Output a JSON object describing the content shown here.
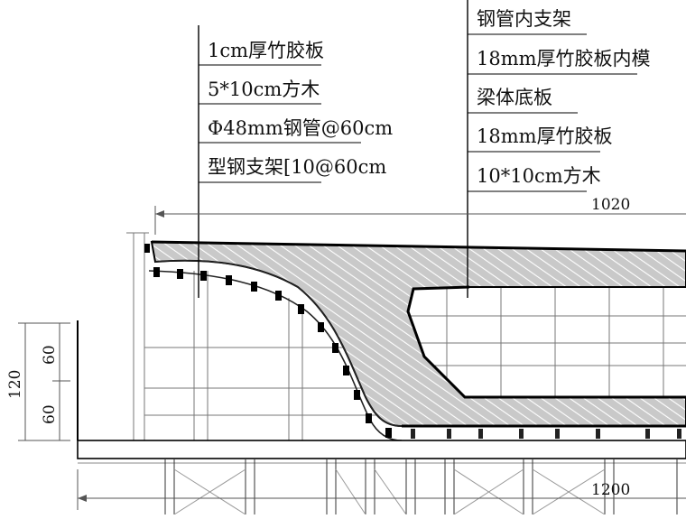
{
  "callouts": {
    "left": [
      "1cm厚竹胶板",
      "5*10cm方木",
      "Φ48mm钢管@60cm",
      "型钢支架[10@60cm"
    ],
    "right": [
      "钢管内支架",
      "18mm厚竹胶板内模",
      "梁体底板",
      "18mm厚竹胶板",
      "10*10cm方木"
    ]
  },
  "dimensions": {
    "top": "1020",
    "bottom": "1200",
    "height_total": "120",
    "height_upper": "60",
    "height_lower": "60"
  },
  "colors": {
    "line": "#000000",
    "grid": "#777777",
    "hatch": "#8a8a8a"
  }
}
